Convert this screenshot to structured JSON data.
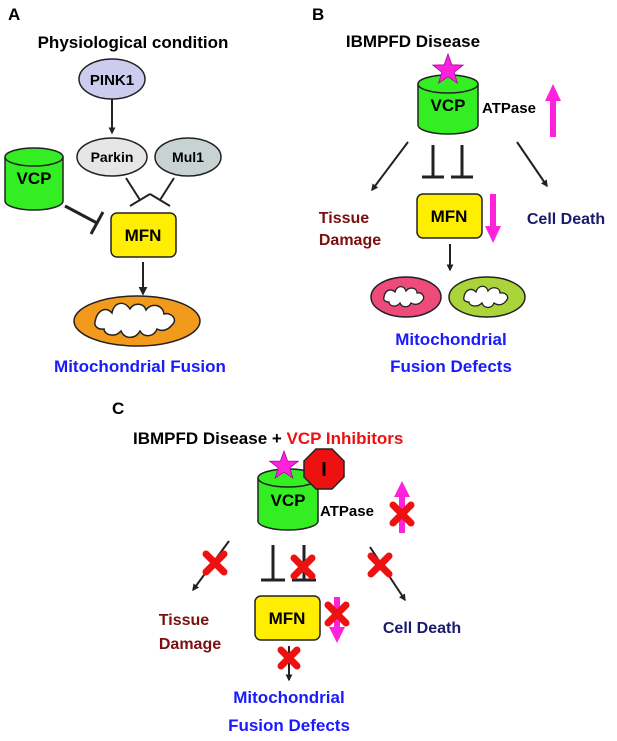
{
  "panel_a": {
    "letter": "A",
    "title": "Physiological condition",
    "nodes": {
      "pink1": "PINK1",
      "parkin": "Parkin",
      "mul1": "Mul1",
      "vcp": "VCP",
      "mfn": "MFN"
    },
    "outcome": "Mitochondrial Fusion"
  },
  "panel_b": {
    "letter": "B",
    "title": "IBMPFD Disease",
    "nodes": {
      "vcp": "VCP",
      "mfn": "MFN"
    },
    "atpase": "ATPase",
    "tissue_damage": [
      "Tissue",
      "Damage"
    ],
    "cell_death": "Cell Death",
    "outcome": [
      "Mitochondrial",
      "Fusion Defects"
    ]
  },
  "panel_c": {
    "letter": "C",
    "title_part1": "IBMPFD Disease + ",
    "title_part2": "VCP Inhibitors",
    "inhibitor_symbol": "I",
    "nodes": {
      "vcp": "VCP",
      "mfn": "MFN"
    },
    "atpase": "ATPase",
    "tissue_damage": [
      "Tissue",
      "Damage"
    ],
    "cell_death": "Cell Death",
    "outcome": [
      "Mitochondrial",
      "Fusion Defects"
    ]
  },
  "colors": {
    "vcp_green": "#33ee22",
    "mfn_yellow": "#ffee00",
    "pink1_lavender": "#ccccee",
    "parkin_gray": "#e6e6e6",
    "mul1_gray": "#c8d2d2",
    "mito_orange": "#f29a1c",
    "mito_pink": "#ee4a7a",
    "mito_lime": "#aad43a",
    "magenta": "#ff22dd",
    "blue_label": "#1a1aff",
    "brown_label": "#7a1010",
    "navy_label": "#1a1a6e",
    "red": "#ee1111"
  },
  "icons": [
    "star-icon",
    "up-arrow-icon",
    "down-arrow-icon",
    "x-mark-icon",
    "stop-sign-icon",
    "mitochondrion-icon"
  ]
}
